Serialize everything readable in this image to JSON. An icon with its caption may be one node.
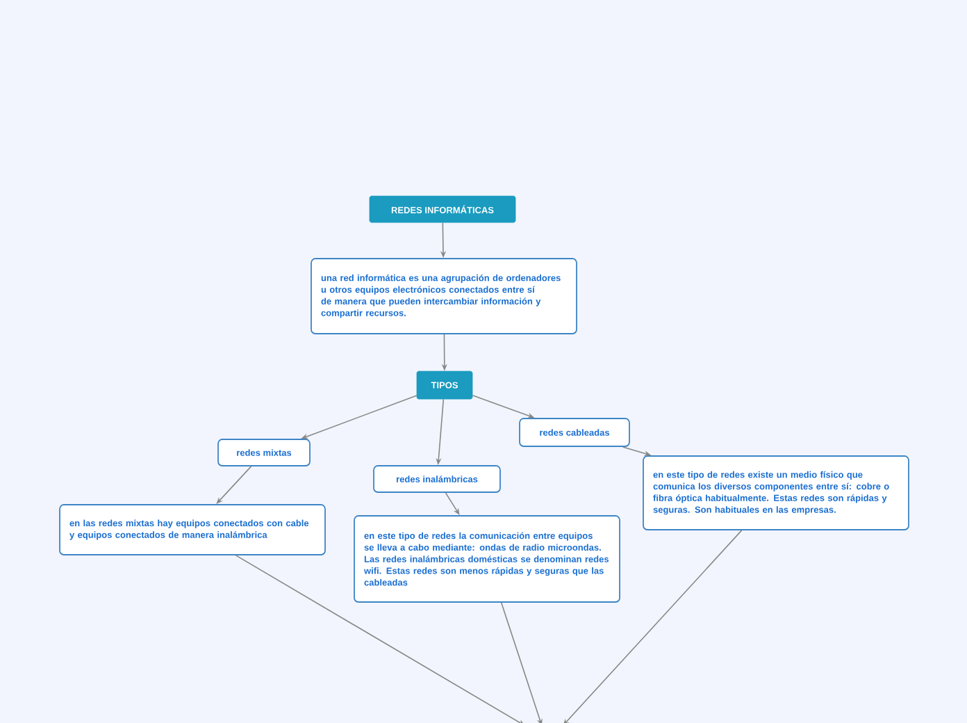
{
  "diagram": {
    "nodes": [
      {
        "text": [
          "REDES INFORMÁTICAS"
        ]
      },
      {
        "text": [
          "una red informática es una agrupación de ordenadores u otros equipos electrónicos conectados entre sí de manera que pueden intercambiar información y compartir recursos."
        ]
      },
      {
        "text": [
          "TIPOS"
        ]
      },
      {
        "text": [
          "redes mixtas"
        ]
      },
      {
        "text": [
          "redes inalámbricas"
        ]
      },
      {
        "text": [
          "redes cableadas"
        ]
      },
      {
        "text": [
          "en las redes mixtas hay equipos conectados con cable y equipos conectados de manera inalámbrica"
        ]
      },
      {
        "text": [
          "en este tipo de redes la comunicación entre equipos se lleva a cabo mediante: ondas de radio microondas. Las redes inalámbricas domésticas se denominan redes wifi. Estas redes son menos rápidas y seguras que las cableadas"
        ]
      },
      {
        "text": [
          "en este tipo de redes existe un medio físico que comunica los diversos componentes entre sí: cobre o fibra óptica habitualmente. Estas redes son rápidas y seguras. Son habituales en las empresas."
        ]
      }
    ],
    "edges": [
      {
        "from": 0,
        "to": 1,
        "arrow": "to"
      },
      {
        "from": 1,
        "to": 2,
        "arrow": "to"
      },
      {
        "from": 2,
        "to": 3,
        "arrow": "to"
      },
      {
        "from": 2,
        "to": 4,
        "arrow": "to"
      },
      {
        "from": 2,
        "to": 5,
        "arrow": "to"
      },
      {
        "from": 3,
        "to": 6,
        "arrow": "to"
      },
      {
        "from": 4,
        "to": 7,
        "arrow": "to"
      },
      {
        "from": 5,
        "to": 8,
        "arrow": "to"
      },
      {
        "from": 6,
        "to": null,
        "arrow": "to"
      },
      {
        "from": 7,
        "to": null,
        "arrow": "to"
      },
      {
        "from": 8,
        "to": null,
        "arrow": "to"
      }
    ]
  }
}
